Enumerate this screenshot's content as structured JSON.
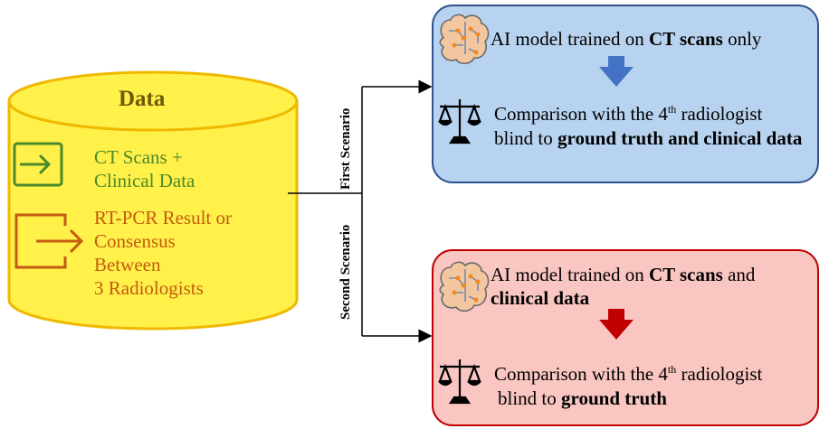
{
  "data_store": {
    "title": "Data",
    "input_line1": "CT Scans +",
    "input_line2": "Clinical Data",
    "label_line1": "RT-PCR Result or",
    "label_line2": "Consensus",
    "label_line3": "Between",
    "label_line4": "3 Radiologists"
  },
  "branches": {
    "first": "First Scenario",
    "second": "Second Scenario"
  },
  "scenario1": {
    "model_pre": "AI model trained on ",
    "model_bold": "CT scans",
    "model_post": " only",
    "cmp_pre": "Comparison with the 4",
    "cmp_sup": "th",
    "cmp_post": " radiologist",
    "blind_pre": "blind to ",
    "blind_bold": "ground truth and clinical data"
  },
  "scenario2": {
    "model_pre": "AI model trained on ",
    "model_bold": "CT scans",
    "model_post": " and",
    "model_bold2": "clinical data",
    "cmp_pre": "Comparison with the 4",
    "cmp_sup": "th",
    "cmp_post": " radiologist",
    "blind_pre": "blind to ",
    "blind_bold": "ground truth"
  },
  "colors": {
    "cylinder_fill": "#fff04a",
    "cylinder_stroke": "#f0b800",
    "box1_fill": "#b8d3ef",
    "box1_stroke": "#2f528f",
    "box2_fill": "#f9c6c2",
    "box2_stroke": "#c00000",
    "arrow1": "#4472c4",
    "arrow2": "#c00000",
    "input_icon": "#4a8a2a",
    "output_icon": "#c45b10"
  }
}
